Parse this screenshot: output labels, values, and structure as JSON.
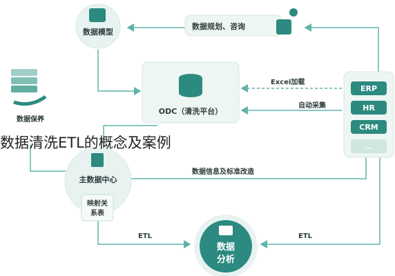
{
  "title_overlay": "数据清洗ETL的概念及案例",
  "nodes": {
    "data_modeling": "数据模型",
    "data_planning": "数据规划、咨询",
    "data_maintenance": "数据保养",
    "etl_platform": "ODC（清洗平台）",
    "master_data_center": "主数据中心",
    "mapping_relation": [
      "映射关",
      "系表"
    ],
    "data_analysis": [
      "数据",
      "分析"
    ]
  },
  "edges": {
    "excel_import": "Excel加载",
    "auto_collect": "自动采集",
    "data_info_standard": "数据信息及标准改造",
    "etl_left": "ETL",
    "etl_right": "ETL"
  },
  "systems": [
    "ERP",
    "HR",
    "CRM",
    "..."
  ],
  "colors": {
    "accent": "#2c8a80",
    "line": "#5fb3a8",
    "node_bg": "#e8f3f1"
  }
}
